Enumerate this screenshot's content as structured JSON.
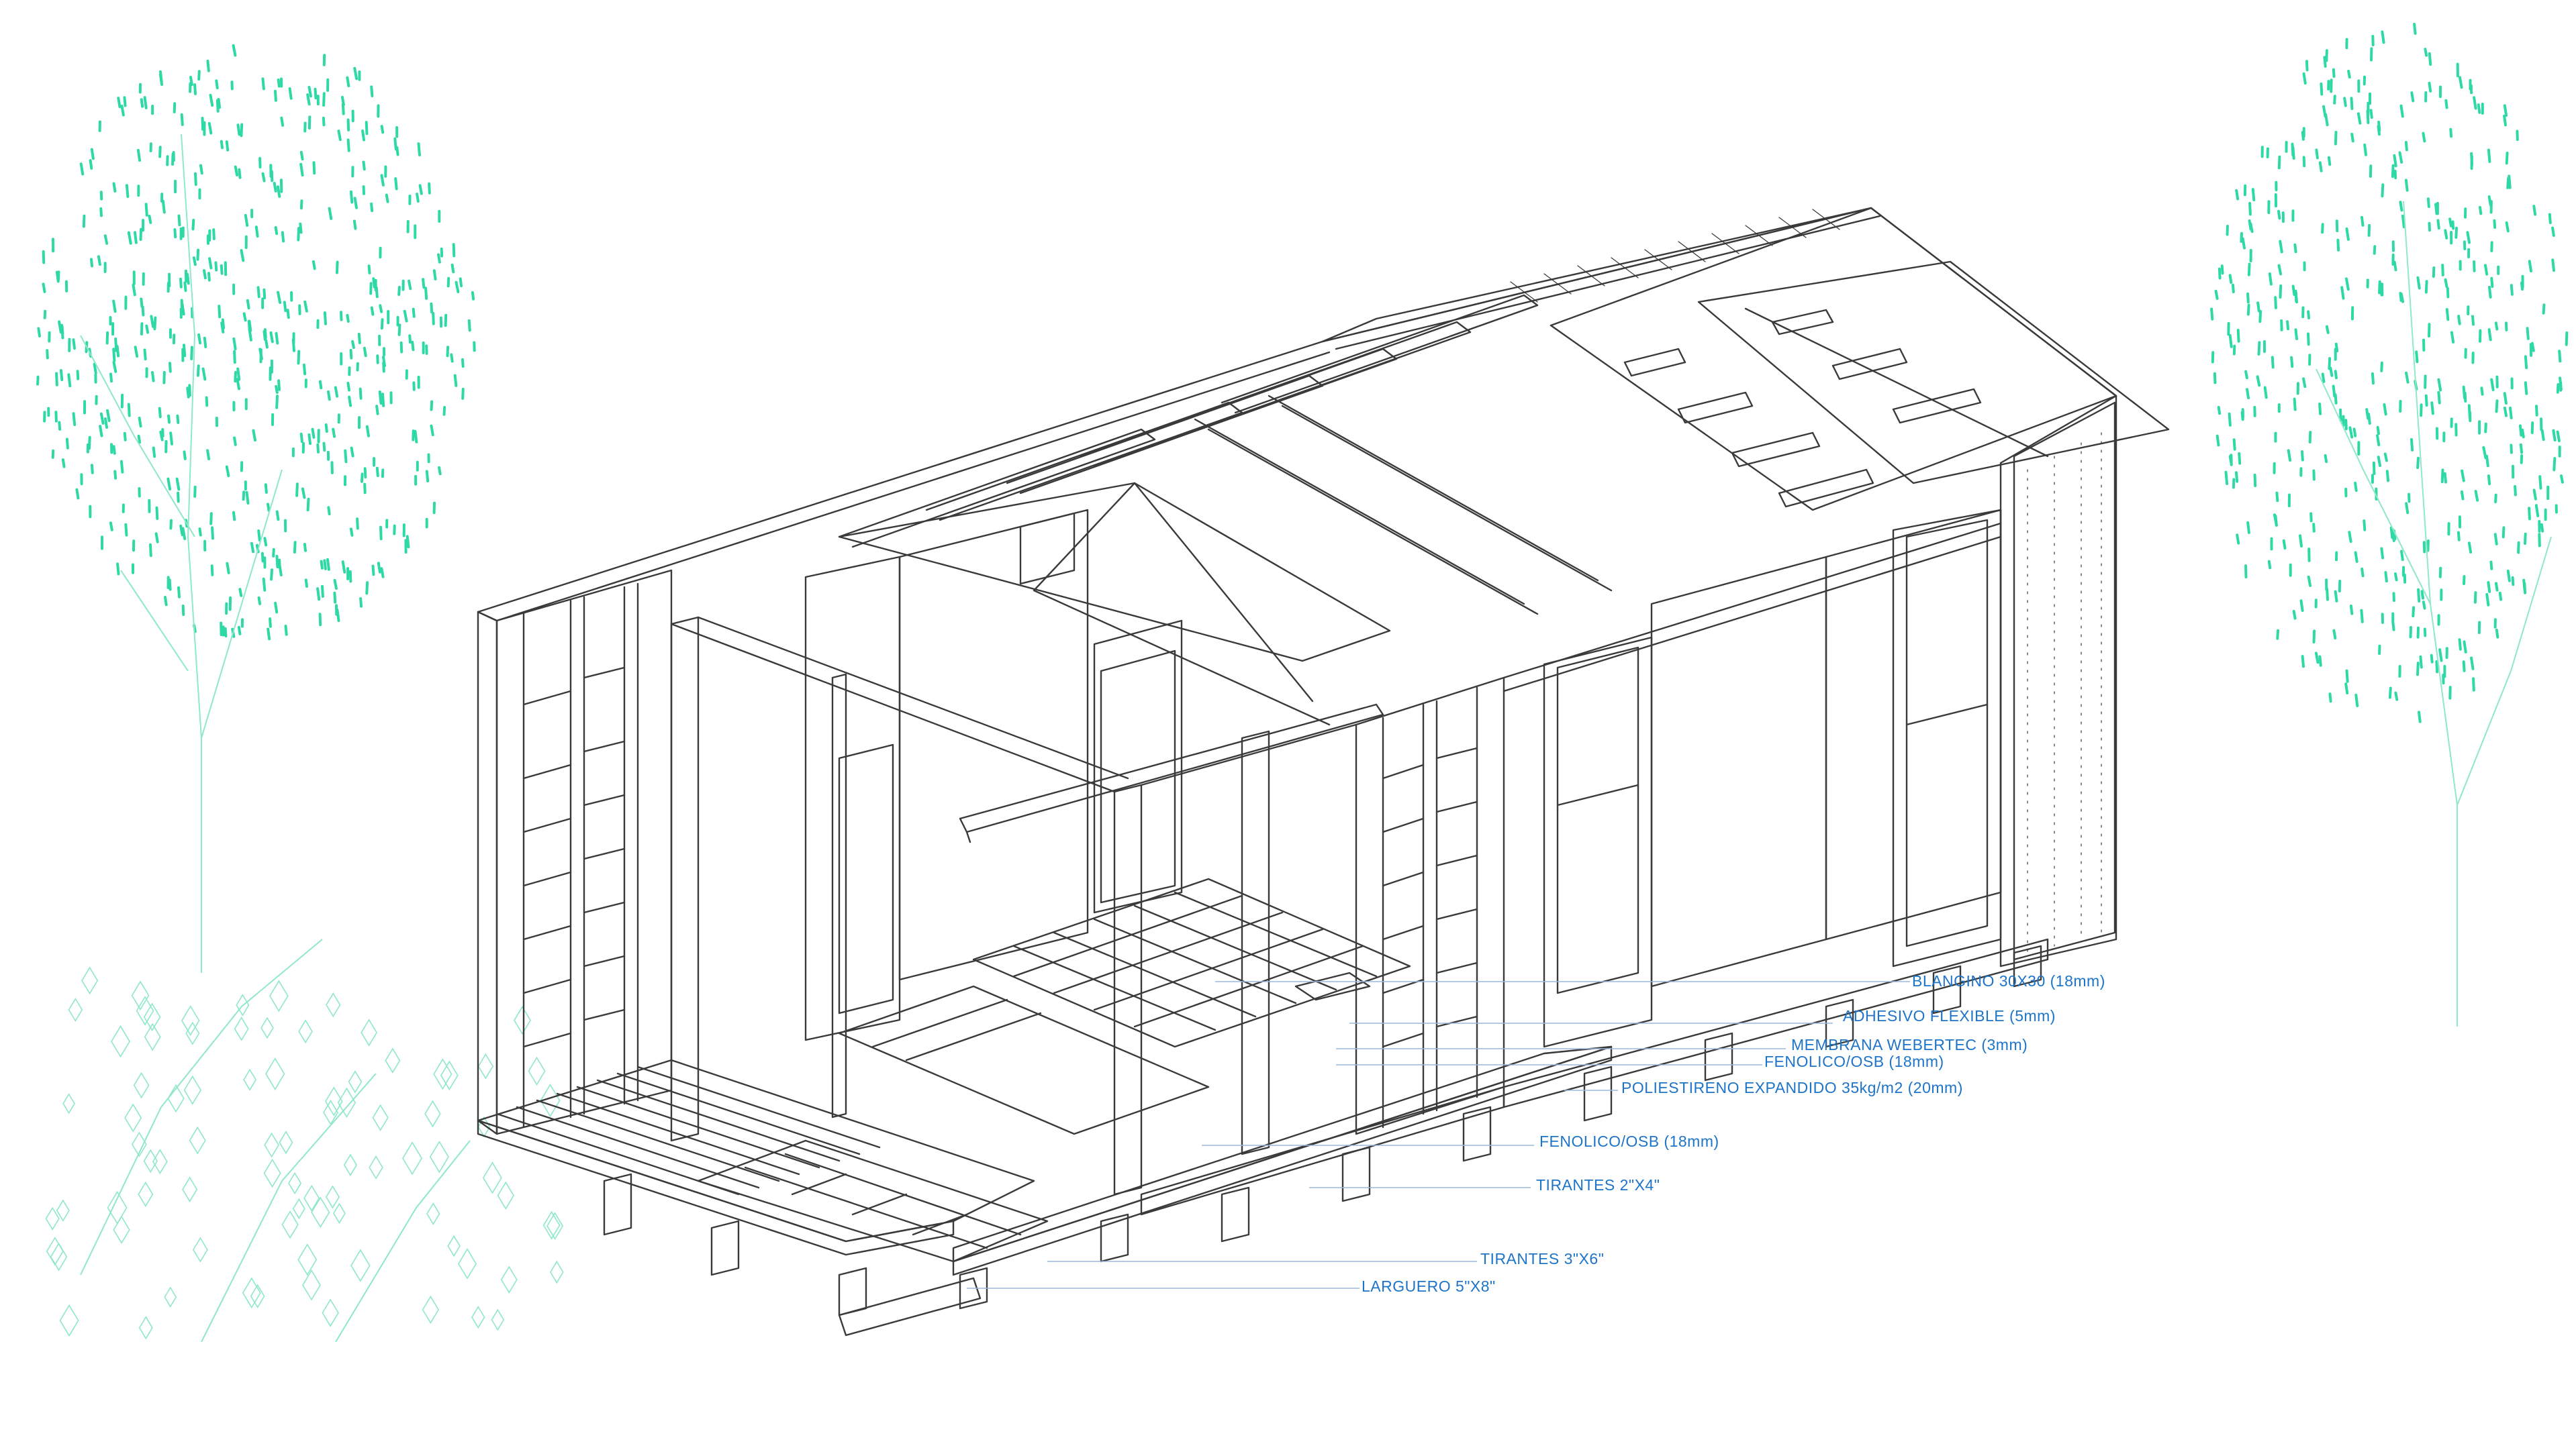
{
  "colors": {
    "line": "#3a3a3a",
    "callout_text": "#1d74c9",
    "leader": "#9bb8d8",
    "tree": "#2fd9a6",
    "tree_trunk": "#8ee8c9",
    "background": "#ffffff"
  },
  "callouts": [
    {
      "id": "blangino",
      "text": "BLANGINO 30X30 (18mm)"
    },
    {
      "id": "adhesivo",
      "text": "ADHESIVO FLEXIBLE (5mm)"
    },
    {
      "id": "membrana",
      "text": "MEMBRANA WEBERTEC (3mm)"
    },
    {
      "id": "fenolico1",
      "text": "FENOLICO/OSB (18mm)"
    },
    {
      "id": "poliestireno",
      "text": "POLIESTIRENO EXPANDIDO 35kg/m2  (20mm)"
    },
    {
      "id": "fenolico2",
      "text": "FENOLICO/OSB (18mm)"
    },
    {
      "id": "tirantes2x4",
      "text": "TIRANTES 2\"X4\""
    },
    {
      "id": "tirantes3x6",
      "text": "TIRANTES 3\"X6\""
    },
    {
      "id": "larguero",
      "text": "LARGUERO 5\"X8\""
    }
  ]
}
